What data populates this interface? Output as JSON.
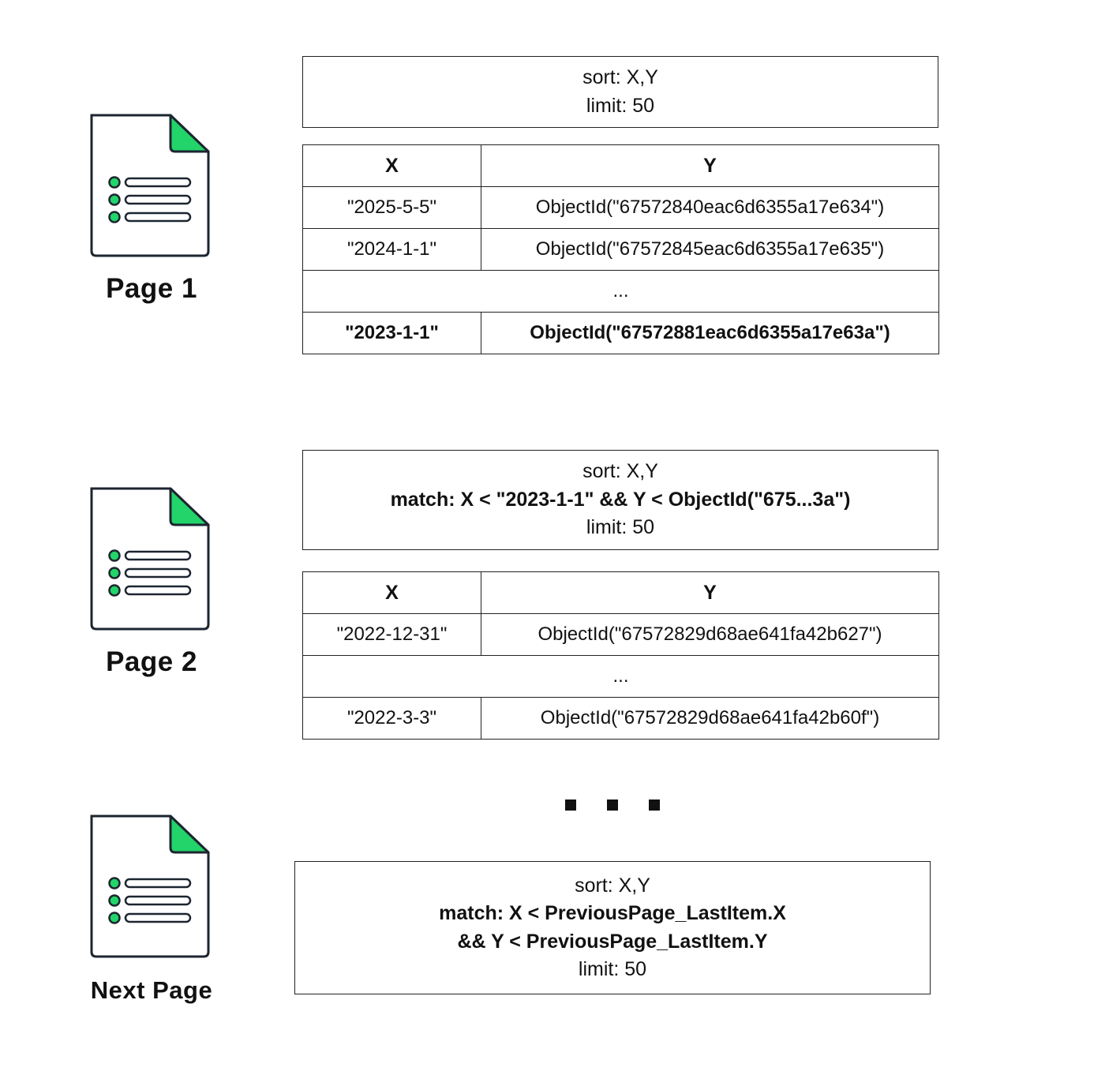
{
  "colors": {
    "accent": "#22d469",
    "stroke": "#1c2530",
    "text": "#111111"
  },
  "icons": [
    "document-list-icon"
  ],
  "page1": {
    "label": "Page 1",
    "query": {
      "sort": "sort: X,Y",
      "limit": "limit: 50"
    },
    "table": {
      "headers": [
        "X",
        "Y"
      ],
      "rows": [
        [
          "\"2025-5-5\"",
          "ObjectId(\"67572840eac6d6355a17e634\")"
        ],
        [
          "\"2024-1-1\"",
          "ObjectId(\"67572845eac6d6355a17e635\")"
        ],
        [
          "..."
        ],
        [
          "\"2023-1-1\"",
          "ObjectId(\"67572881eac6d6355a17e63a\")"
        ]
      ]
    }
  },
  "page2": {
    "label": "Page 2",
    "query": {
      "sort": "sort: X,Y",
      "match": "match: X < \"2023-1-1\" && Y < ObjectId(\"675...3a\")",
      "limit": "limit: 50"
    },
    "table": {
      "headers": [
        "X",
        "Y"
      ],
      "rows": [
        [
          "\"2022-12-31\"",
          "ObjectId(\"67572829d68ae641fa42b627\")"
        ],
        [
          "..."
        ],
        [
          "\"2022-3-3\"",
          "ObjectId(\"67572829d68ae641fa42b60f\")"
        ]
      ]
    }
  },
  "next": {
    "label": "Next Page",
    "query": {
      "sort": "sort: X,Y",
      "match_line1": "match: X < PreviousPage_LastItem.X",
      "match_line2": "&& Y < PreviousPage_LastItem.Y",
      "limit": "limit: 50"
    }
  }
}
